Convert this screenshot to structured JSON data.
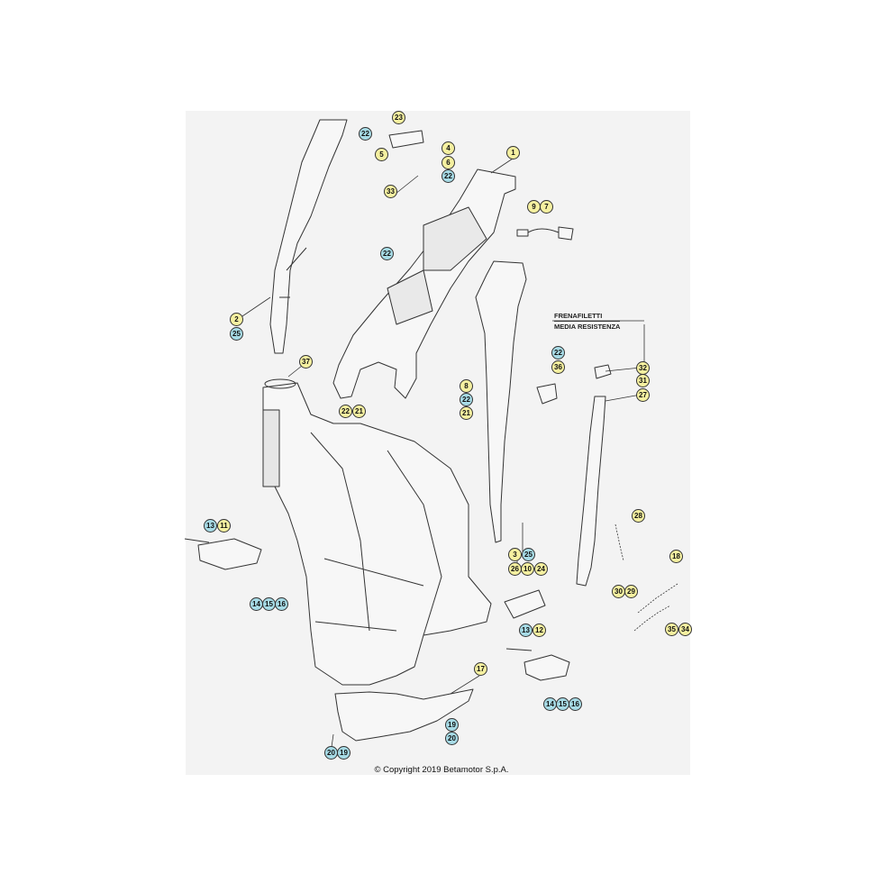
{
  "note": {
    "line1": "FRENAFILETTI",
    "line2": "MEDIA RESISTENZA"
  },
  "copyright": "© Copyright 2019 Betamotor S.p.A.",
  "colors": {
    "yellow_callout": "#f5f0a0",
    "blue_callout": "#a7dbe6",
    "line": "#333333"
  },
  "callouts": [
    {
      "n": "23",
      "c": "y"
    },
    {
      "n": "22",
      "c": "b"
    },
    {
      "n": "4",
      "c": "y"
    },
    {
      "n": "5",
      "c": "y"
    },
    {
      "n": "6",
      "c": "y"
    },
    {
      "n": "22",
      "c": "b"
    },
    {
      "n": "1",
      "c": "y"
    },
    {
      "n": "33",
      "c": "y"
    },
    {
      "n": "9",
      "c": "y"
    },
    {
      "n": "7",
      "c": "y"
    },
    {
      "n": "22",
      "c": "b"
    },
    {
      "n": "2",
      "c": "y"
    },
    {
      "n": "25",
      "c": "b"
    },
    {
      "n": "22",
      "c": "b"
    },
    {
      "n": "32",
      "c": "y"
    },
    {
      "n": "36",
      "c": "y"
    },
    {
      "n": "31",
      "c": "y"
    },
    {
      "n": "37",
      "c": "y"
    },
    {
      "n": "8",
      "c": "y"
    },
    {
      "n": "22",
      "c": "b"
    },
    {
      "n": "27",
      "c": "y"
    },
    {
      "n": "22",
      "c": "y"
    },
    {
      "n": "21",
      "c": "y"
    },
    {
      "n": "21",
      "c": "y"
    },
    {
      "n": "28",
      "c": "y"
    },
    {
      "n": "13",
      "c": "b"
    },
    {
      "n": "11",
      "c": "y"
    },
    {
      "n": "3",
      "c": "y"
    },
    {
      "n": "25",
      "c": "b"
    },
    {
      "n": "18",
      "c": "y"
    },
    {
      "n": "26",
      "c": "y"
    },
    {
      "n": "10",
      "c": "y"
    },
    {
      "n": "24",
      "c": "y"
    },
    {
      "n": "30",
      "c": "y"
    },
    {
      "n": "29",
      "c": "y"
    },
    {
      "n": "14",
      "c": "b"
    },
    {
      "n": "15",
      "c": "b"
    },
    {
      "n": "16",
      "c": "b"
    },
    {
      "n": "35",
      "c": "y"
    },
    {
      "n": "34",
      "c": "y"
    },
    {
      "n": "13",
      "c": "b"
    },
    {
      "n": "12",
      "c": "y"
    },
    {
      "n": "17",
      "c": "y"
    },
    {
      "n": "14",
      "c": "b"
    },
    {
      "n": "15",
      "c": "b"
    },
    {
      "n": "16",
      "c": "b"
    },
    {
      "n": "19",
      "c": "b"
    },
    {
      "n": "20",
      "c": "b"
    },
    {
      "n": "20",
      "c": "b"
    },
    {
      "n": "19",
      "c": "b"
    }
  ]
}
